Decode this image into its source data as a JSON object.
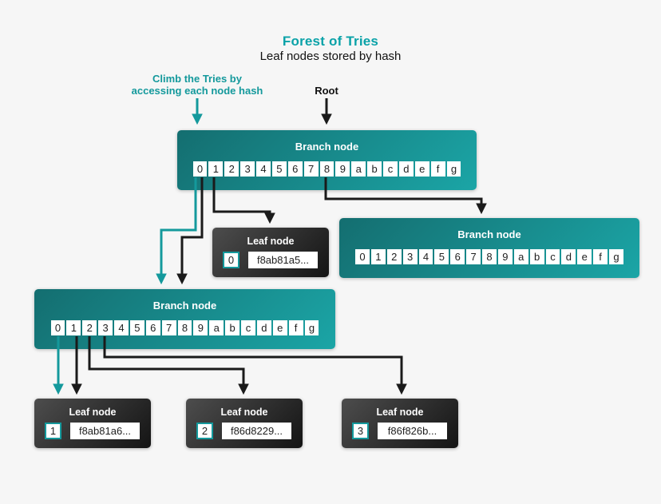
{
  "header": {
    "title": "Forest of Tries",
    "subtitle": "Leaf nodes stored by hash"
  },
  "annotations": {
    "climb_line1": "Climb the Tries by",
    "climb_line2": "accessing each node hash",
    "root_label": "Root"
  },
  "colors": {
    "background": "#f6f6f6",
    "accent_teal": "#0aa2a8",
    "arrow_teal": "#14999c",
    "arrow_black": "#1a1a1a",
    "branch_gradient_start": "#146e70",
    "branch_gradient_end": "#1ba5a6",
    "leaf_gradient_start": "#4d4d4d",
    "leaf_gradient_end": "#141414"
  },
  "branch_nodes": [
    {
      "id": "branch-top",
      "label": "Branch node",
      "cells": [
        "0",
        "1",
        "2",
        "3",
        "4",
        "5",
        "6",
        "7",
        "8",
        "9",
        "a",
        "b",
        "c",
        "d",
        "e",
        "f",
        "g"
      ]
    },
    {
      "id": "branch-right",
      "label": "Branch node",
      "cells": [
        "0",
        "1",
        "2",
        "3",
        "4",
        "5",
        "6",
        "7",
        "8",
        "9",
        "a",
        "b",
        "c",
        "d",
        "e",
        "f",
        "g"
      ]
    },
    {
      "id": "branch-lower",
      "label": "Branch node",
      "cells": [
        "0",
        "1",
        "2",
        "3",
        "4",
        "5",
        "6",
        "7",
        "8",
        "9",
        "a",
        "b",
        "c",
        "d",
        "e",
        "f",
        "g"
      ]
    }
  ],
  "leaf_nodes": [
    {
      "id": "leaf-0",
      "label": "Leaf node",
      "index": "0",
      "hash": "f8ab81a5..."
    },
    {
      "id": "leaf-1",
      "label": "Leaf node",
      "index": "1",
      "hash": "f8ab81a6..."
    },
    {
      "id": "leaf-2",
      "label": "Leaf node",
      "index": "2",
      "hash": "f86d8229..."
    },
    {
      "id": "leaf-3",
      "label": "Leaf node",
      "index": "3",
      "hash": "f86f826b..."
    }
  ],
  "connections": [
    {
      "id": "climb-annotation-arrow",
      "from": "climb-annotation",
      "to": "branch-top",
      "color": "teal"
    },
    {
      "id": "root-arrow",
      "from": "root-label",
      "to": "branch-top",
      "color": "black"
    },
    {
      "id": "top-cell0-climb",
      "from": "branch-top.cell-0",
      "to": "branch-lower",
      "color": "teal"
    },
    {
      "id": "top-cell0",
      "from": "branch-top.cell-0",
      "to": "branch-lower",
      "color": "black"
    },
    {
      "id": "top-cell1",
      "from": "branch-top.cell-1",
      "to": "leaf-0",
      "color": "black"
    },
    {
      "id": "top-cell8",
      "from": "branch-top.cell-8",
      "to": "branch-right",
      "color": "black"
    },
    {
      "id": "lower-cell0-climb",
      "from": "branch-lower.cell-0",
      "to": "leaf-1",
      "color": "teal"
    },
    {
      "id": "lower-cell1",
      "from": "branch-lower.cell-1",
      "to": "leaf-1",
      "color": "black"
    },
    {
      "id": "lower-cell2",
      "from": "branch-lower.cell-2",
      "to": "leaf-2",
      "color": "black"
    },
    {
      "id": "lower-cell3",
      "from": "branch-lower.cell-3",
      "to": "leaf-3",
      "color": "black"
    }
  ]
}
